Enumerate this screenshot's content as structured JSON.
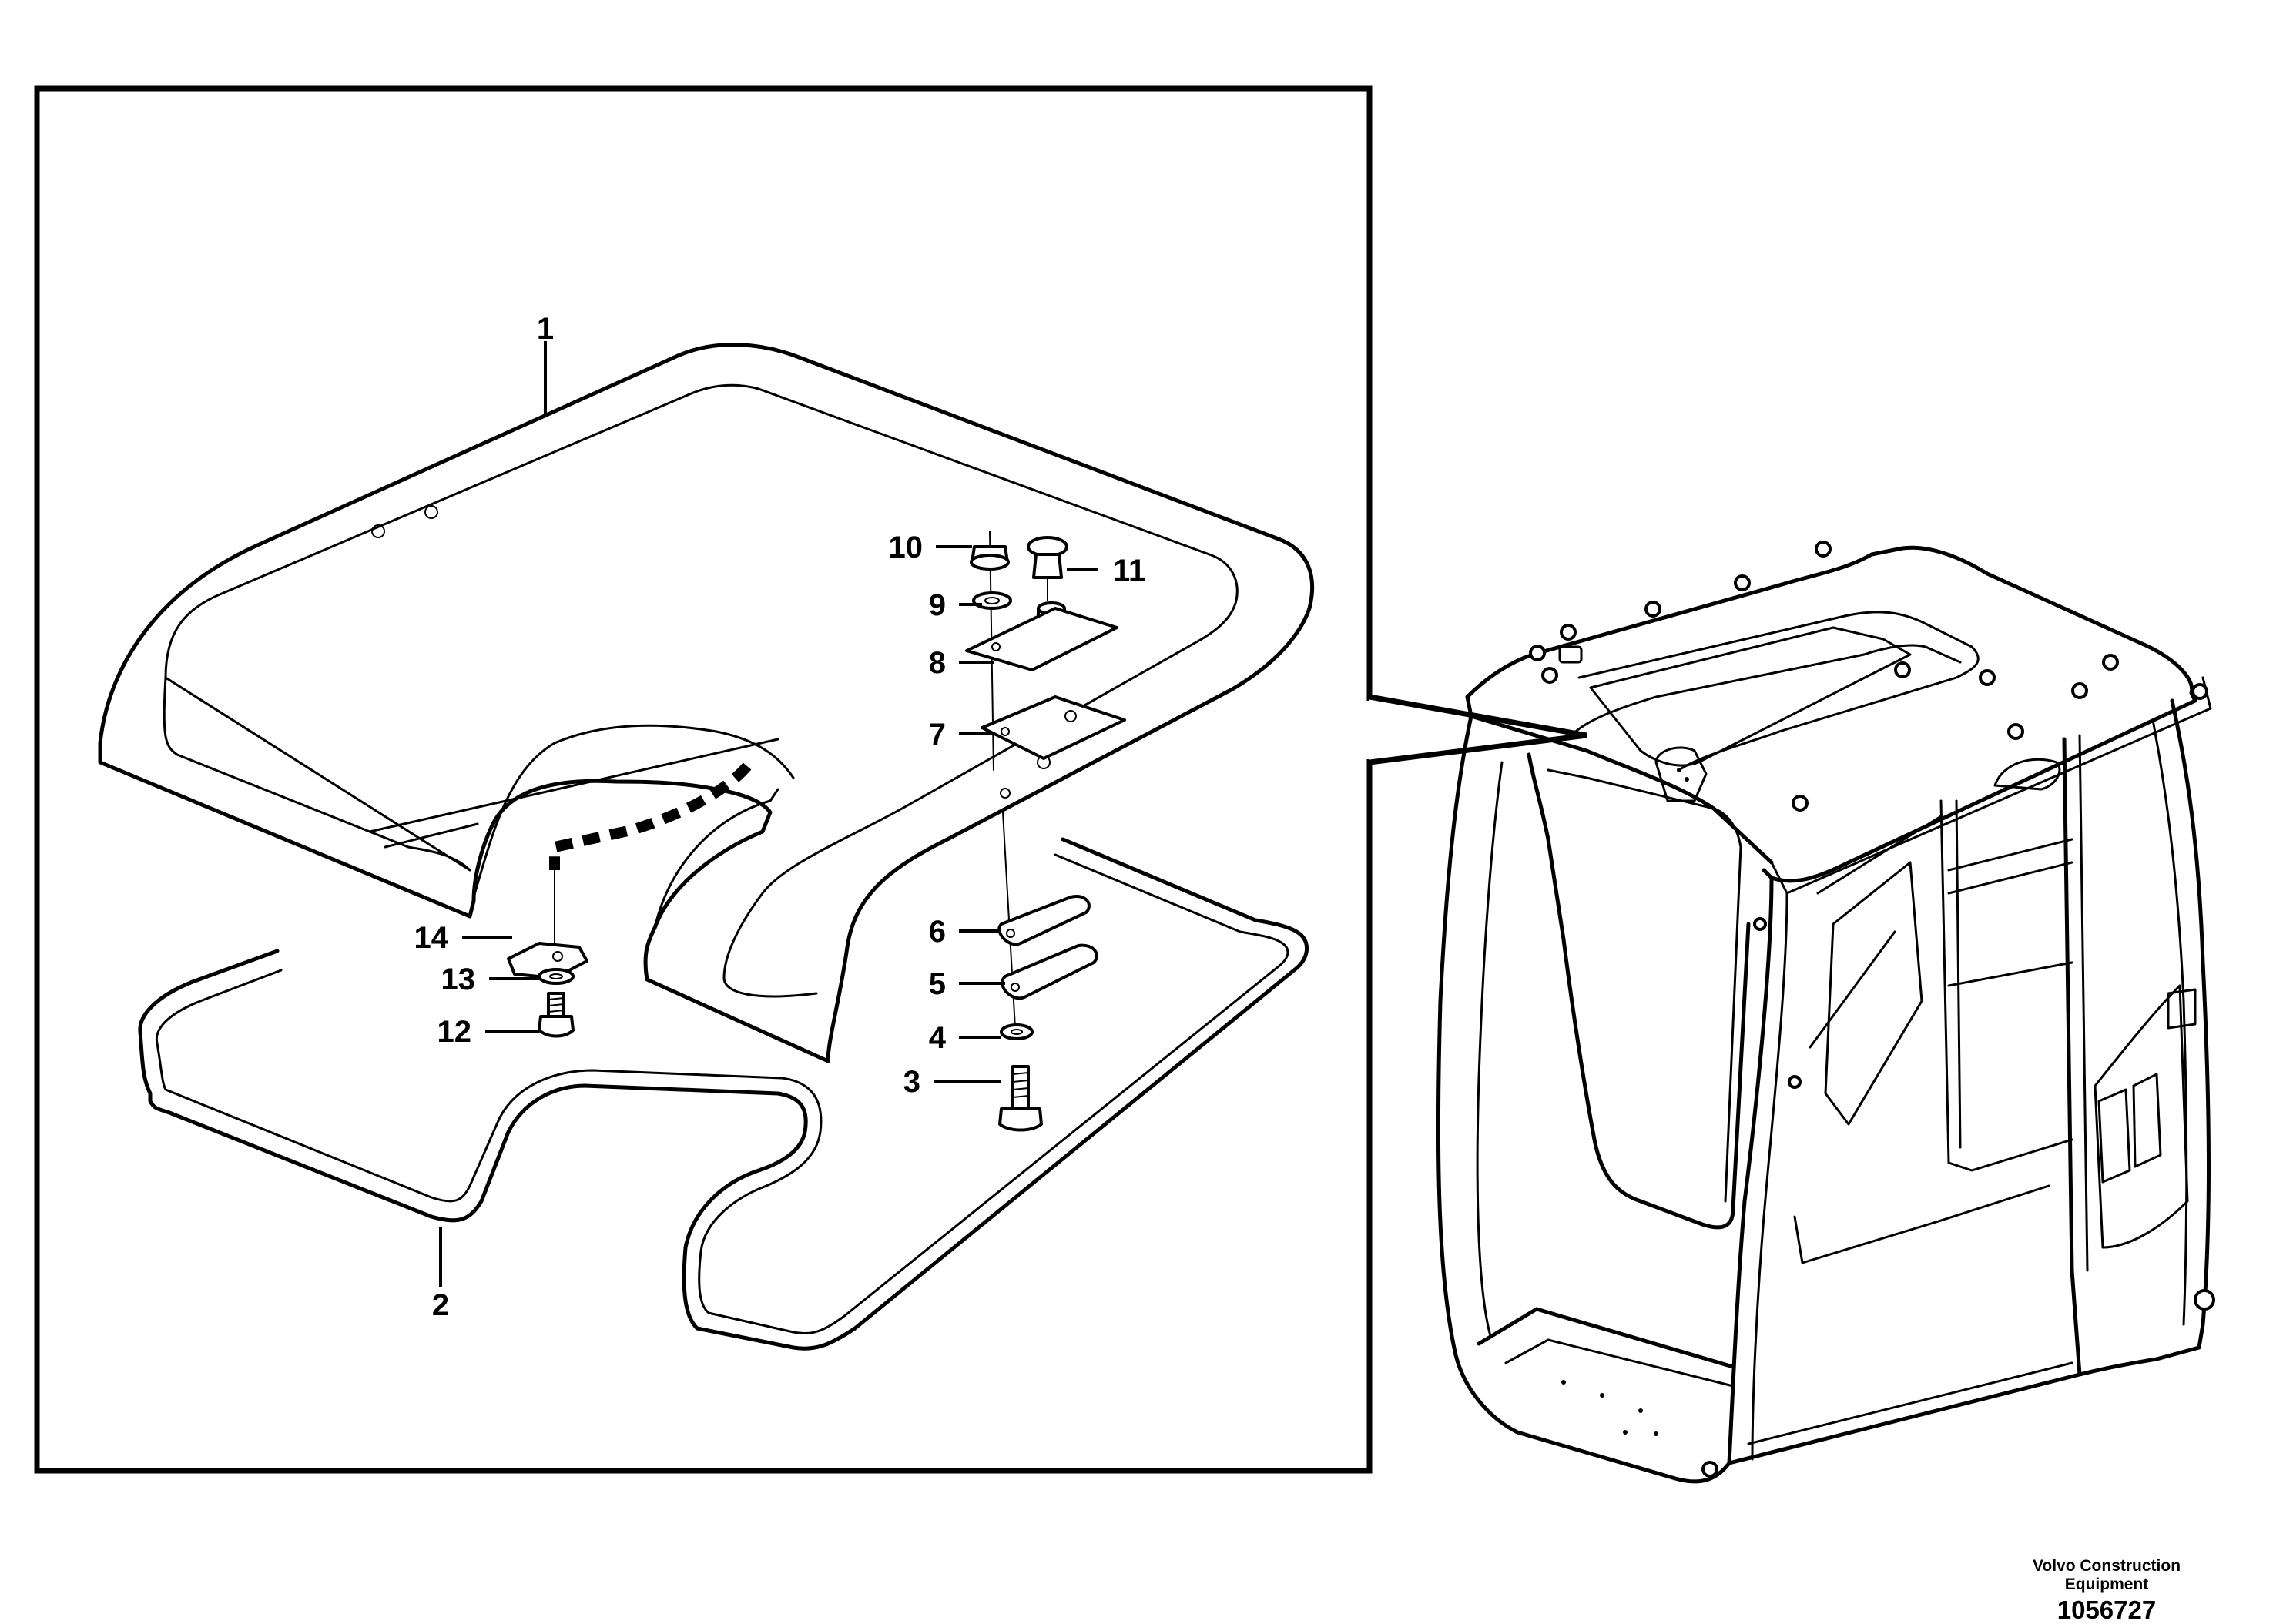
{
  "callouts": [
    {
      "n": "1"
    },
    {
      "n": "2"
    },
    {
      "n": "3"
    },
    {
      "n": "4"
    },
    {
      "n": "5"
    },
    {
      "n": "6"
    },
    {
      "n": "7"
    },
    {
      "n": "8"
    },
    {
      "n": "9"
    },
    {
      "n": "10"
    },
    {
      "n": "11"
    },
    {
      "n": "12"
    },
    {
      "n": "13"
    },
    {
      "n": "14"
    }
  ],
  "footer": {
    "brand_line1": "Volvo Construction",
    "brand_line2": "Equipment",
    "drawing_number": "1056727"
  }
}
